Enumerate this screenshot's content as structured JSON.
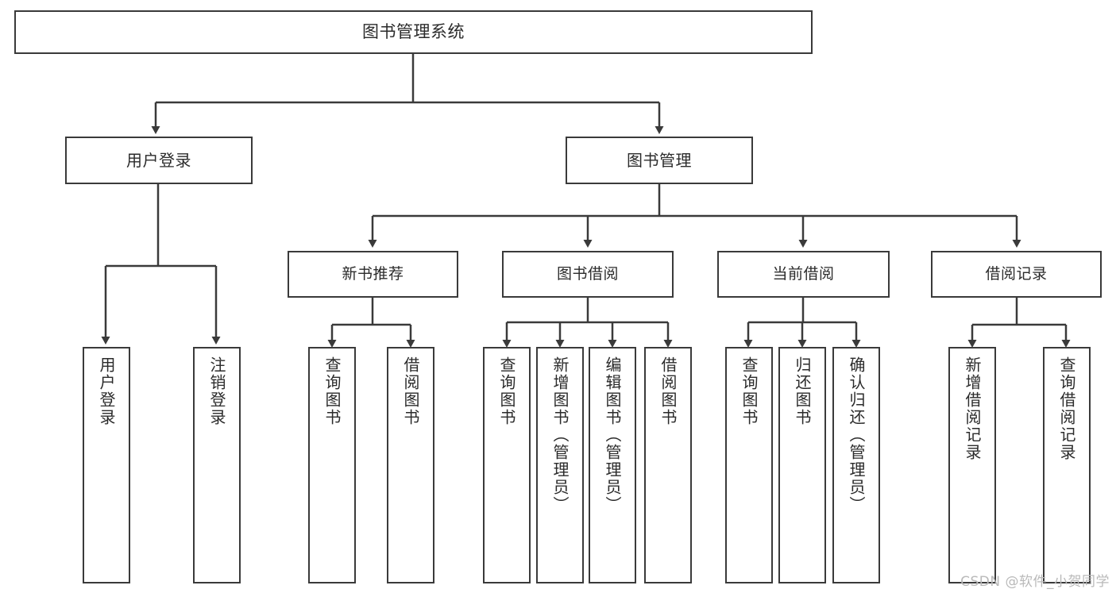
{
  "diagram": {
    "title": "图书管理系统",
    "type": "tree-hierarchy",
    "root": {
      "label": "图书管理系统"
    },
    "level2": [
      {
        "label": "用户登录"
      },
      {
        "label": "图书管理"
      }
    ],
    "level3": [
      {
        "label": "新书推荐"
      },
      {
        "label": "图书借阅"
      },
      {
        "label": "当前借阅"
      },
      {
        "label": "借阅记录"
      }
    ],
    "leaves": {
      "user_login": [
        {
          "label": "用户登录"
        },
        {
          "label": "注销登录"
        }
      ],
      "new_book_recommend": [
        {
          "label": "查询图书"
        },
        {
          "label": "借阅图书"
        }
      ],
      "book_borrow": [
        {
          "label": "查询图书"
        },
        {
          "label": "新增图书（管理员）"
        },
        {
          "label": "编辑图书（管理员）"
        },
        {
          "label": "借阅图书"
        }
      ],
      "current_borrow": [
        {
          "label": "查询图书"
        },
        {
          "label": "归还图书"
        },
        {
          "label": "确认归还（管理员）"
        }
      ],
      "borrow_record": [
        {
          "label": "新增借阅记录"
        },
        {
          "label": "查询借阅记录"
        }
      ]
    }
  },
  "watermark": {
    "text": "CSDN @软件_小贺同学"
  },
  "colors": {
    "stroke": "#3a3a3a",
    "background": "#ffffff",
    "text": "#2b2b2b",
    "watermark": "#b9b9b9"
  }
}
